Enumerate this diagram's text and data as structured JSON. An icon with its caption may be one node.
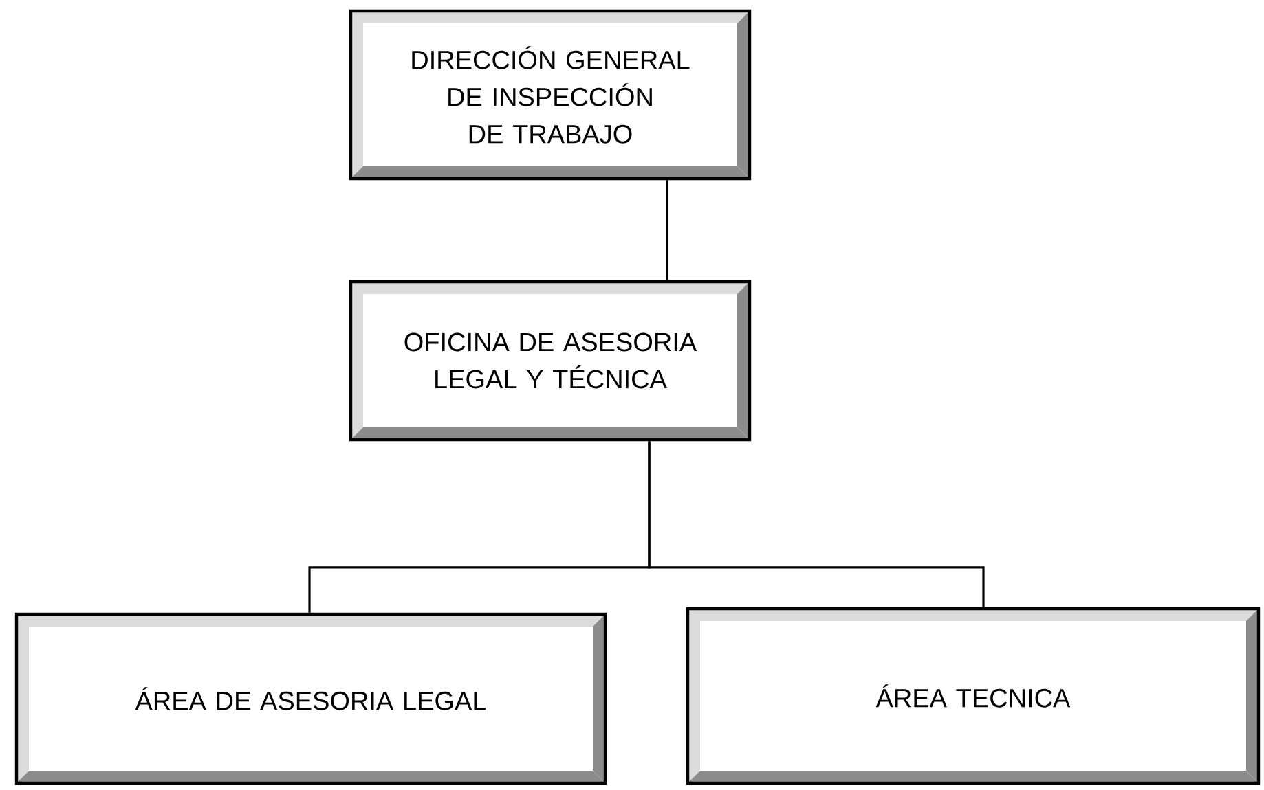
{
  "diagram": {
    "nodes": [
      {
        "text": [
          "DIRECCIÓN GENERAL DE INSPECCIÓN DE TRABAJO"
        ]
      },
      {
        "text": [
          "OFICINA DE ASESORIA LEGAL Y TÉCNICA"
        ]
      },
      {
        "text": [
          "ÁREA DE ASESORIA LEGAL"
        ]
      },
      {
        "text": [
          "ÁREA TECNICA"
        ]
      }
    ],
    "edges": [
      {
        "from": 0,
        "to": 1,
        "arrow": "none"
      },
      {
        "from": 1,
        "to": 2,
        "arrow": "none"
      },
      {
        "from": 1,
        "to": 3,
        "arrow": "none"
      }
    ]
  }
}
